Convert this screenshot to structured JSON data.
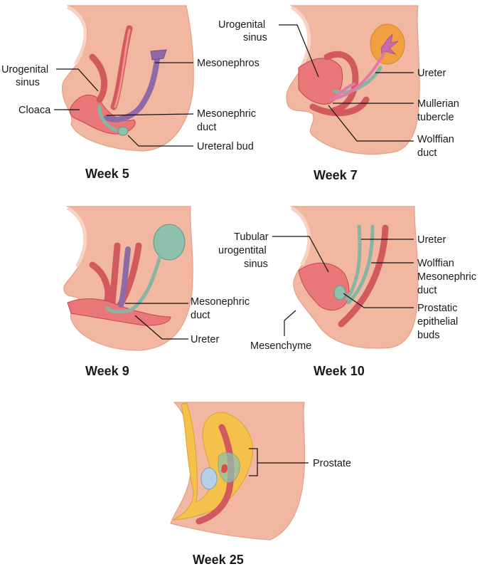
{
  "panels": [
    {
      "caption": "Week 5",
      "labels": {
        "urogenital_sinus": [
          "Urogenital",
          "sinus"
        ],
        "cloaca": "Cloaca",
        "mesonephros": "Mesonephros",
        "mesonephric_duct": [
          "Mesonephric",
          "duct"
        ],
        "ureteral_bud": "Ureteral bud"
      }
    },
    {
      "caption": "Week 7",
      "labels": {
        "urogenital_sinus": [
          "Urogenital",
          "sinus"
        ],
        "ureter": "Ureter",
        "mullerian_tubercle": [
          "Mullerian",
          "tubercle"
        ],
        "wolffian_duct": [
          "Wolffian",
          "duct"
        ]
      }
    },
    {
      "caption": "Week 9",
      "labels": {
        "mesonephric_duct": [
          "Mesonephric",
          "duct"
        ],
        "ureter": "Ureter"
      }
    },
    {
      "caption": "Week 10",
      "labels": {
        "tubular_urogenital_sinus": [
          "Tubular",
          "urogentital",
          "sinus"
        ],
        "ureter": "Ureter",
        "wolffian_mesonephric_duct": [
          "Wolffian",
          "Mesonephric",
          "duct"
        ],
        "prostatic_epithelial_buds": [
          "Prostatic",
          "epithelial",
          "buds"
        ],
        "mesenchyme": "Mesenchyme"
      }
    },
    {
      "caption": "Week 25",
      "labels": {
        "prostate": "Prostate"
      }
    }
  ],
  "colors": {
    "tissue": "#f2b7a0",
    "gut": "#e9777a",
    "mesonephros": "#8e6aa6",
    "ureter": "#86b5a3",
    "kidney": "#f0a040",
    "fat": "#f4c24a"
  }
}
